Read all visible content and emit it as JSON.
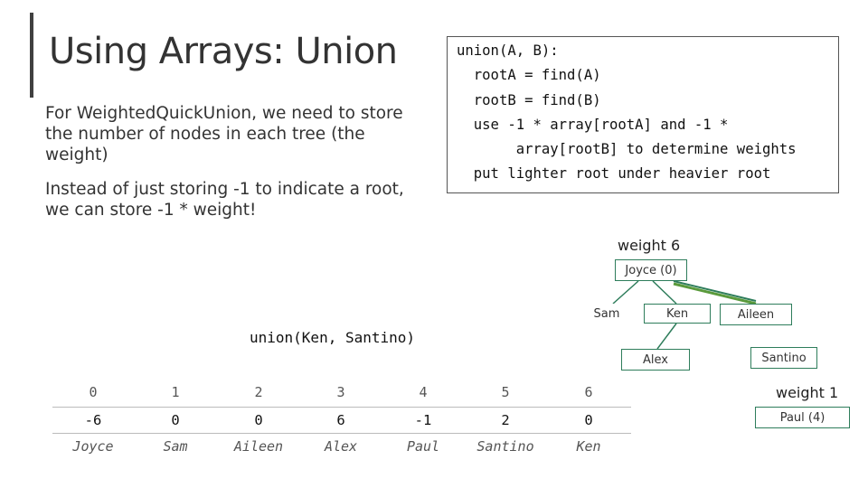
{
  "slide": {
    "title": "Using Arrays: Union",
    "paragraph1": "For WeightedQuickUnion, we need to store the number of nodes in each tree (the weight)",
    "paragraph2": "Instead of just storing -1 to indicate a root, we can store -1 * weight!"
  },
  "code": {
    "lines": [
      "union(A, B):",
      "  rootA = find(A)",
      "  rootB = find(B)",
      "  use -1 * array[rootA] and -1 *",
      "       array[rootB] to determine weights",
      "  put lighter root under heavier root"
    ]
  },
  "tree1": {
    "weight_label": "weight 6",
    "root": "Joyce (0)",
    "sam": "Sam",
    "ken": "Ken",
    "aileen": "Aileen",
    "alex": "Alex",
    "santino": "Santino"
  },
  "tree2": {
    "weight_label": "weight 1",
    "root": "Paul (4)"
  },
  "call": "union(Ken, Santino)",
  "array": {
    "indices": [
      "0",
      "1",
      "2",
      "3",
      "4",
      "5",
      "6"
    ],
    "values": [
      "-6",
      "0",
      "0",
      "6",
      "-1",
      "2",
      "0"
    ],
    "names": [
      "Joyce",
      "Sam",
      "Aileen",
      "Alex",
      "Paul",
      "Santino",
      "Ken"
    ]
  },
  "colors": {
    "edge": "#2e7d5b",
    "highlight_edge": "#5a9a3c",
    "accent_bar": "#404040"
  }
}
